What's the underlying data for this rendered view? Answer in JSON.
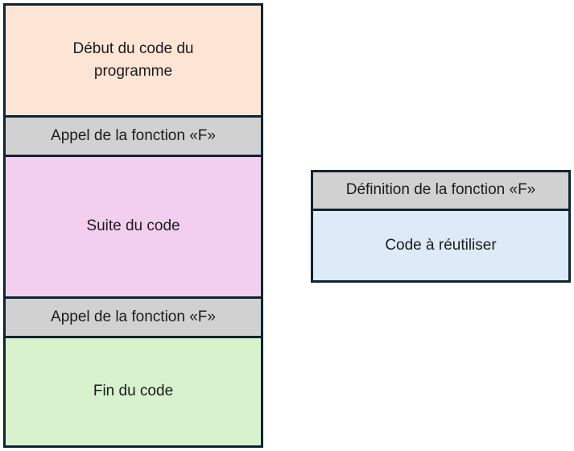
{
  "colors": {
    "border": "#0e2430",
    "text": "#1c1c1c",
    "peach": "#fce5d5",
    "gray": "#d1d1d1",
    "pink": "#f2ceef",
    "green": "#d7f2cd",
    "blue": "#ddeaf7"
  },
  "diagram": {
    "main_flow": [
      {
        "id": "program-start",
        "label": "Début du code du\nprogramme",
        "fill": "peach"
      },
      {
        "id": "function-call-1",
        "label": "Appel de la fonction «F»",
        "fill": "gray"
      },
      {
        "id": "code-continuation",
        "label": "Suite du code",
        "fill": "pink"
      },
      {
        "id": "function-call-2",
        "label": "Appel de la fonction «F»",
        "fill": "gray"
      },
      {
        "id": "program-end",
        "label": "Fin du code",
        "fill": "green"
      }
    ],
    "function_block": {
      "header": {
        "label": "Définition de la fonction «F»",
        "fill": "gray"
      },
      "body": {
        "label": "Code à réutiliser",
        "fill": "blue"
      }
    }
  }
}
